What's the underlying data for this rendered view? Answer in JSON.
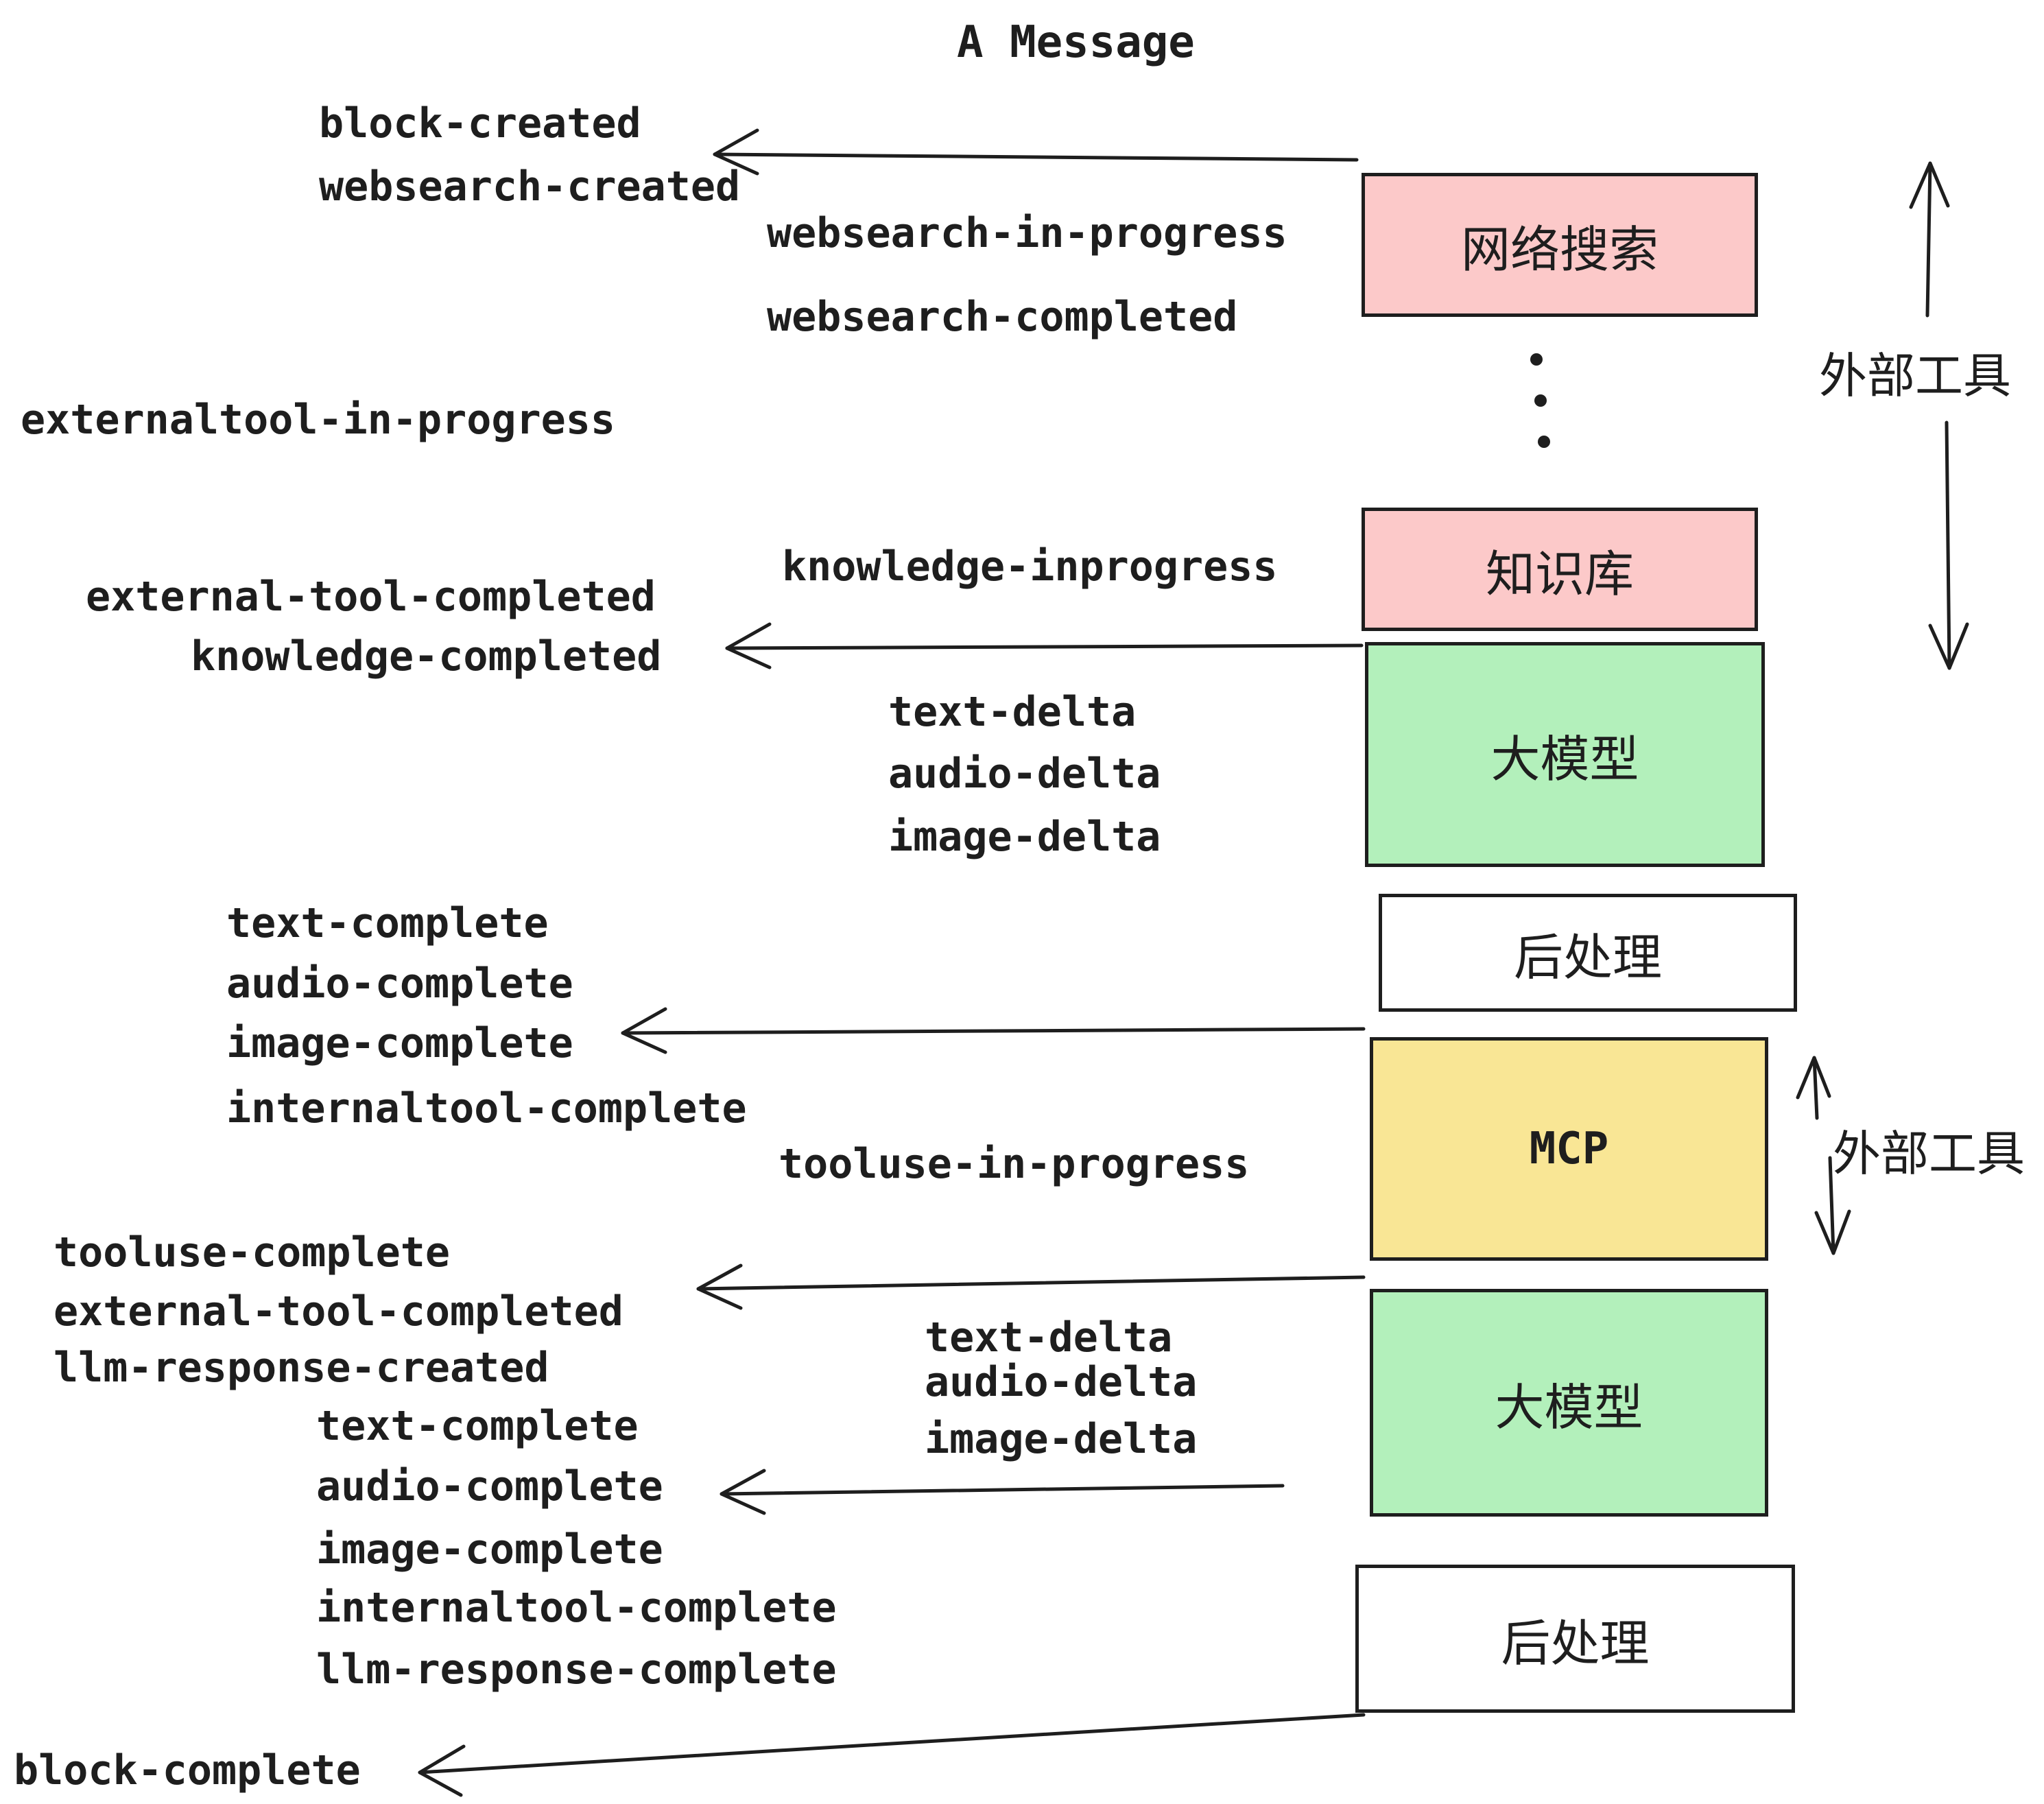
{
  "title": "A Message",
  "events": [
    "block-created",
    "websearch-created",
    "websearch-in-progress",
    "websearch-completed",
    "externaltool-in-progress",
    "knowledge-inprogress",
    "external-tool-completed",
    "knowledge-completed",
    "text-delta",
    "audio-delta",
    "image-delta",
    "text-complete",
    "audio-complete",
    "image-complete",
    "internaltool-complete",
    "tooluse-in-progress",
    "tooluse-complete",
    "external-tool-completed",
    "llm-response-created",
    "text-delta",
    "audio-delta",
    "image-delta",
    "text-complete",
    "audio-complete",
    "image-complete",
    "internaltool-complete",
    "llm-response-complete",
    "block-complete"
  ],
  "boxes": [
    {
      "label": "网络搜索",
      "color": "#fcc9c9"
    },
    {
      "label": "知识库",
      "color": "#fcc9c9"
    },
    {
      "label": "大模型",
      "color": "#b3f0bb"
    },
    {
      "label": "后处理",
      "color": "#ffffff"
    },
    {
      "label": "MCP",
      "color": "#f9e695"
    },
    {
      "label": "大模型",
      "color": "#b3f0bb"
    },
    {
      "label": "后处理",
      "color": "#ffffff"
    }
  ],
  "side_labels": [
    "外部工具",
    "外部工具"
  ],
  "ellipsis": {
    "count": 3
  },
  "colors": {
    "ink": "#1e1e1e",
    "pink": "#fcc9c9",
    "green": "#b3f0bb",
    "yellow": "#f9e695",
    "background": "#ffffff"
  }
}
